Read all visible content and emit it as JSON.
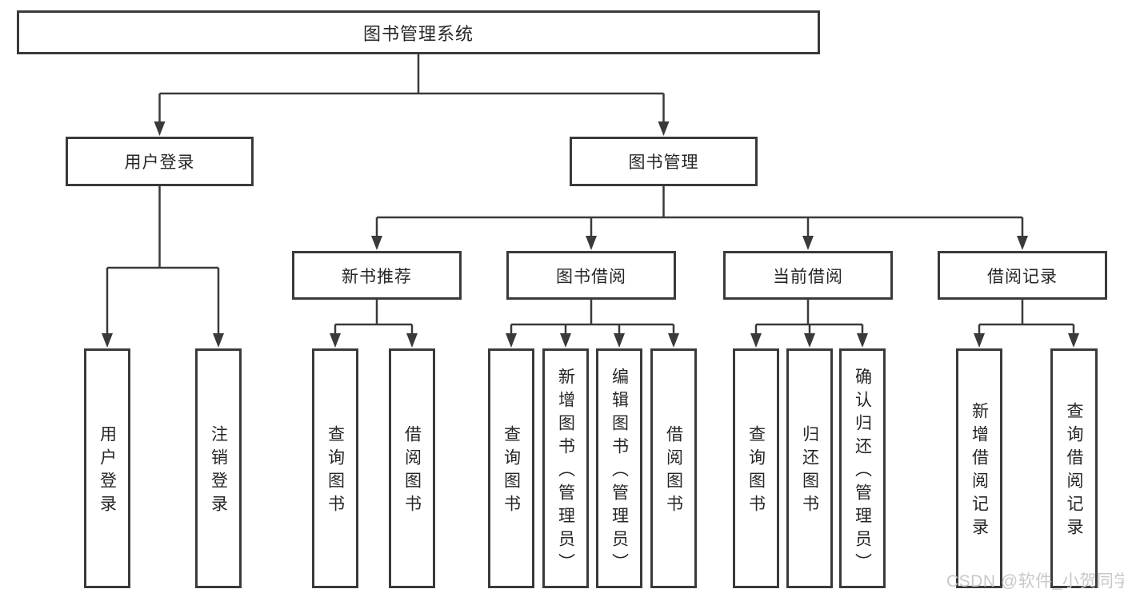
{
  "diagram": {
    "type": "hierarchy-tree",
    "nodes": {
      "root": {
        "label": "图书管理系统"
      },
      "l2": [
        {
          "label": "用户登录",
          "parent": "图书管理系统"
        },
        {
          "label": "图书管理",
          "parent": "图书管理系统"
        }
      ],
      "l3": [
        {
          "label": "新书推荐",
          "parent": "图书管理"
        },
        {
          "label": "图书借阅",
          "parent": "图书管理"
        },
        {
          "label": "当前借阅",
          "parent": "图书管理"
        },
        {
          "label": "借阅记录",
          "parent": "图书管理"
        }
      ],
      "leaves": [
        {
          "label": "用户登录",
          "parent": "用户登录"
        },
        {
          "label": "注销登录",
          "parent": "用户登录"
        },
        {
          "label": "查询图书",
          "parent": "新书推荐"
        },
        {
          "label": "借阅图书",
          "parent": "新书推荐"
        },
        {
          "label": "查询图书",
          "parent": "图书借阅"
        },
        {
          "label": "新增图书（管理员）",
          "parent": "图书借阅"
        },
        {
          "label": "编辑图书（管理员）",
          "parent": "图书借阅"
        },
        {
          "label": "借阅图书",
          "parent": "图书借阅"
        },
        {
          "label": "查询图书",
          "parent": "当前借阅"
        },
        {
          "label": "归还图书",
          "parent": "当前借阅"
        },
        {
          "label": "确认归还（管理员）",
          "parent": "当前借阅"
        },
        {
          "label": "新增借阅记录",
          "parent": "借阅记录"
        },
        {
          "label": "查询借阅记录",
          "parent": "借阅记录"
        }
      ]
    },
    "colors": {
      "background": "#ffffff",
      "line": "#3a3a3a",
      "box_border": "#3a3a3a",
      "text": "#262626",
      "watermark": "#c8c8c8"
    }
  },
  "watermark": {
    "text": "CSDN @软件_小贺同学"
  }
}
